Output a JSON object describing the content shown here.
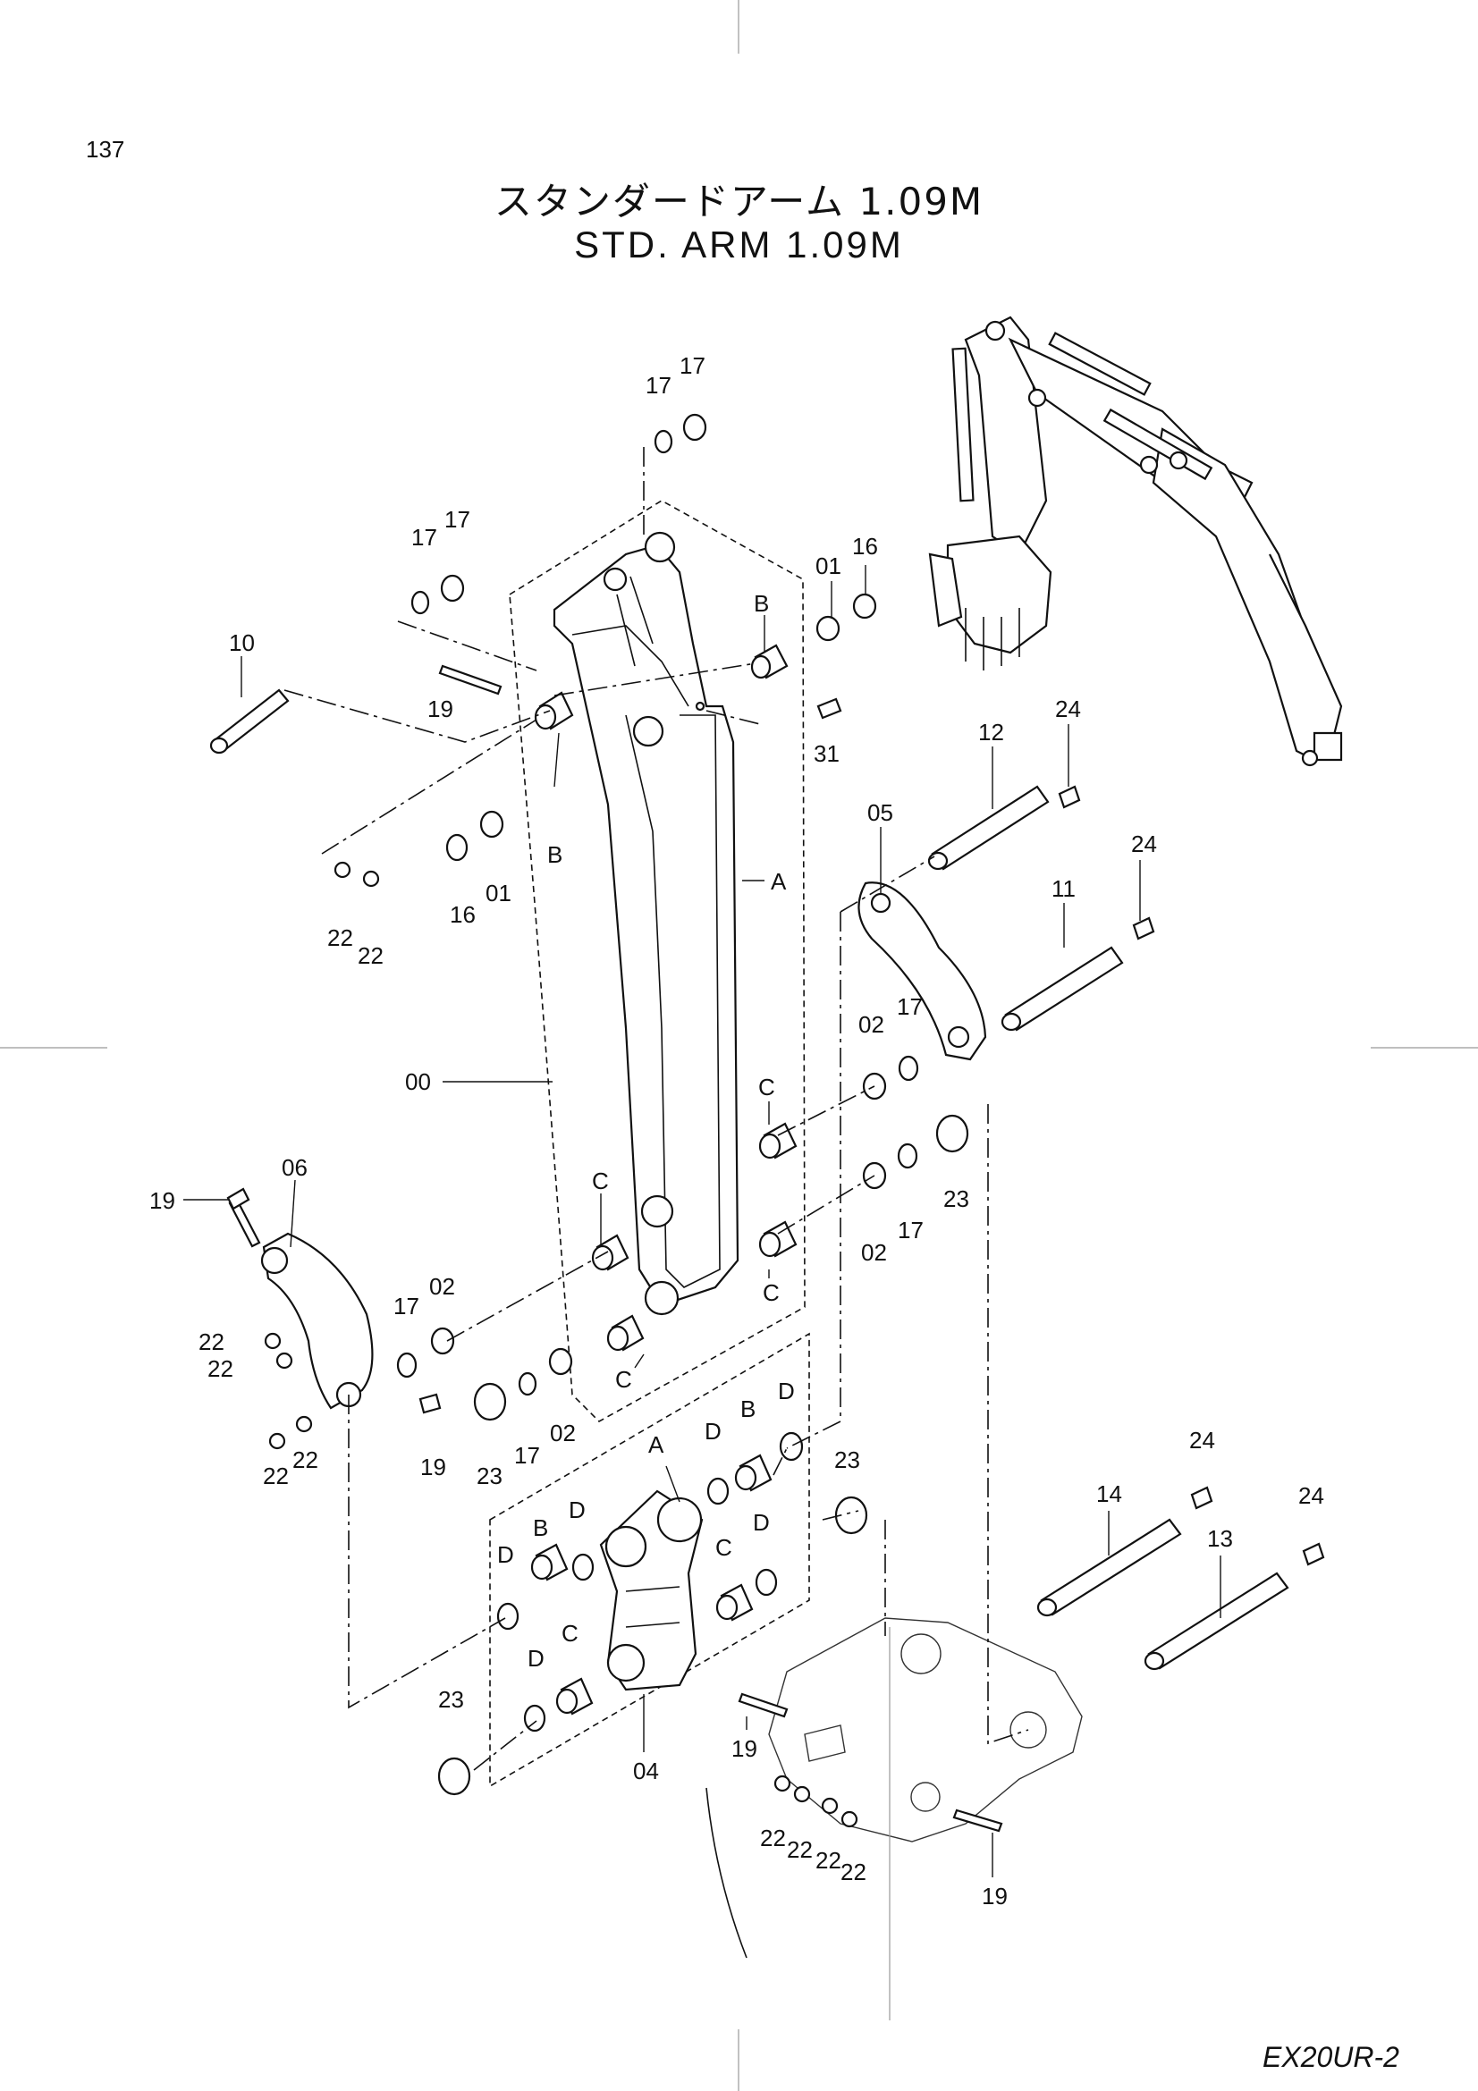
{
  "page_number": "137",
  "title_jp": "スタンダードアーム 1.09M",
  "title_en": "STD. ARM 1.09M",
  "model": "EX20UR-2",
  "labels": {
    "l1": "17",
    "l2": "17",
    "l3": "17",
    "l4": "17",
    "l5": "01",
    "l6": "16",
    "l7": "B",
    "l8": "10",
    "l9": "19",
    "l10": "31",
    "l11": "B",
    "l12": "01",
    "l13": "16",
    "l14": "22",
    "l15": "22",
    "l16": "A",
    "l17": "12",
    "l18": "24",
    "l19": "05",
    "l20": "24",
    "l21": "11",
    "l22": "00",
    "l23": "02",
    "l24": "17",
    "l25": "C",
    "l26": "23",
    "l27": "06",
    "l28": "19",
    "l29": "C",
    "l30": "02",
    "l31": "17",
    "l32": "C",
    "l33": "17",
    "l34": "02",
    "l35": "22",
    "l36": "22",
    "l37": "C",
    "l38": "19",
    "l39": "23",
    "l40": "17",
    "l41": "02",
    "l42": "22",
    "l43": "22",
    "l44": "D",
    "l45": "A",
    "l46": "D",
    "l47": "B",
    "l48": "23",
    "l49": "D",
    "l50": "B",
    "l51": "D",
    "l52": "C",
    "l53": "D",
    "l54": "C",
    "l55": "D",
    "l56": "24",
    "l57": "14",
    "l58": "24",
    "l59": "13",
    "l60": "23",
    "l61": "04",
    "l62": "19",
    "l63": "22",
    "l64": "22",
    "l65": "22",
    "l66": "22",
    "l67": "19"
  }
}
